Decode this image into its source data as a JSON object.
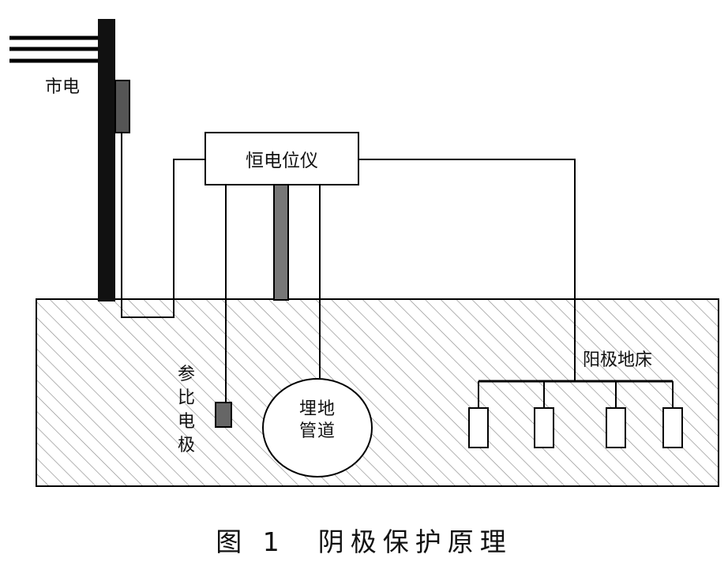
{
  "labels": {
    "mains": "市电",
    "potentiostat": "恒电位仪",
    "reference_electrode": "参比电极",
    "pipeline_line1": "埋地",
    "pipeline_line2": "管道",
    "anode_bed": "阳极地床"
  },
  "caption": "图 1　阴极保护原理",
  "colors": {
    "stroke": "#000000",
    "hatch": "#7a7a7a",
    "pole": "#111111",
    "gray_block": "#666666"
  }
}
